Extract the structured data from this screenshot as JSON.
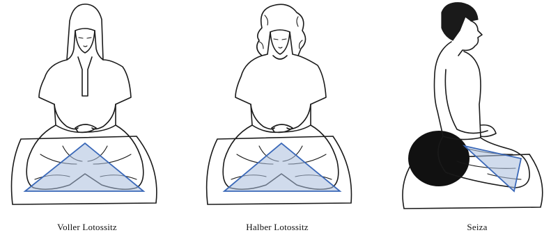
{
  "figures": [
    {
      "caption": "Voller Lotossitz"
    },
    {
      "caption": "Halber Lotossitz"
    },
    {
      "caption": "Seiza"
    }
  ],
  "colors": {
    "line_art": "#1a1a1a",
    "triangle_stroke": "#3a68b8",
    "triangle_fill": "#a9bedc",
    "background": "#ffffff"
  }
}
